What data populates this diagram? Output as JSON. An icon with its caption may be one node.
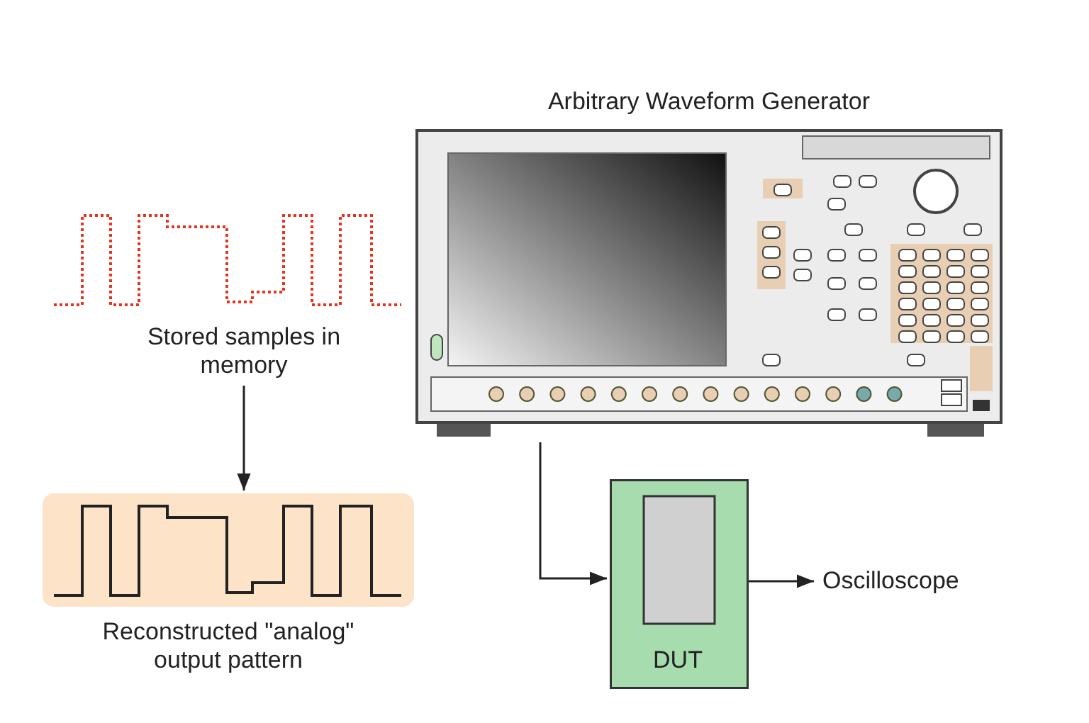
{
  "diagram": {
    "nodes": [
      {
        "text": [
          "Stored samples in memory"
        ]
      },
      {
        "text": [
          "Reconstructed \"analog\" output pattern"
        ]
      },
      {
        "text": [
          "Arbitrary Waveform Generator"
        ]
      },
      {
        "text": [
          "DUT"
        ]
      },
      {
        "text": [
          "Oscilloscope"
        ]
      }
    ],
    "edges": [
      {
        "from": 0,
        "to": 1,
        "arrow": "to"
      },
      {
        "from": 2,
        "to": 3,
        "arrow": "to"
      },
      {
        "from": 3,
        "to": 4,
        "arrow": "to"
      }
    ]
  }
}
